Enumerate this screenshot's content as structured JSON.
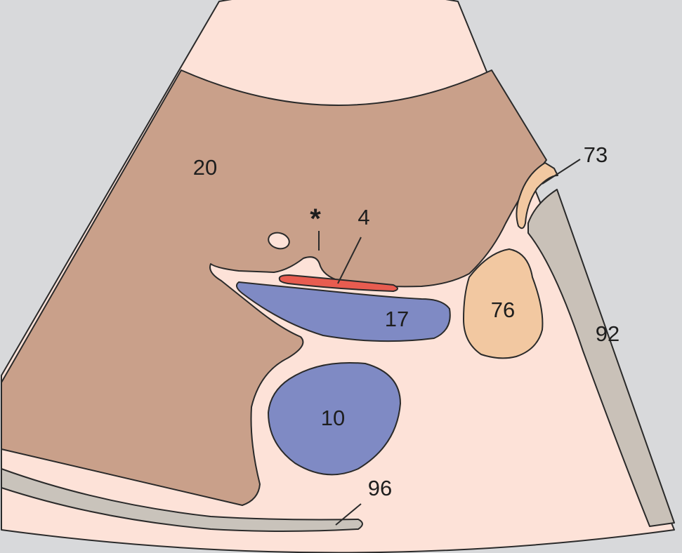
{
  "colors": {
    "background": "#d8d9db",
    "soft_tissue": "#fde2d8",
    "liver": "#c9a08a",
    "vein": "#7f8ac4",
    "artery": "#e85c50",
    "node": "#f2c8a1",
    "kidney": "#c9c1b8",
    "muscle": "#c9c3bb"
  },
  "labels": {
    "liver": "20",
    "star": "*",
    "artery": "4",
    "vein_upper": "17",
    "vein_lower": "10",
    "node": "76",
    "small_structure": "73",
    "right_structure": "92",
    "bottom_structure": "96"
  }
}
